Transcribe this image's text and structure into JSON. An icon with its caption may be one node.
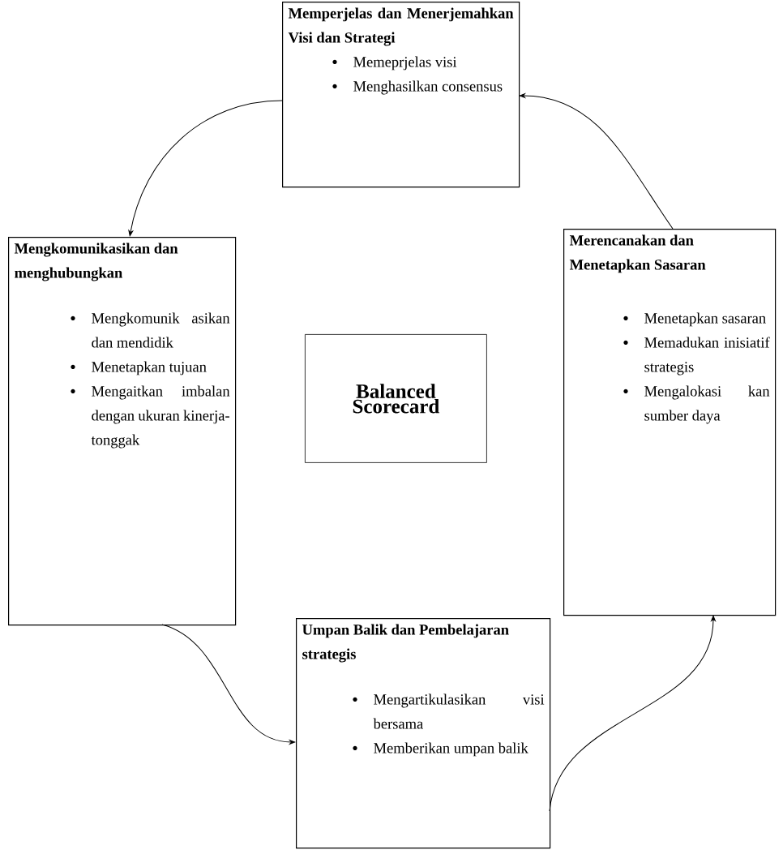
{
  "diagram": {
    "nodes": [
      {
        "text": [
          "Memperjelas dan Menerjemahkan Visi dan Strategi",
          "Memeprjelas visi",
          "Menghasilkan consensus"
        ]
      },
      {
        "text": [
          "Mengkomunikasikan dan menghubungkan",
          "Mengkomunik asikan dan mendidik",
          "Menetapkan tujuan",
          "Mengaitkan imbalan dengan ukuran kinerja-tonggak"
        ]
      },
      {
        "text": [
          "Balanced Scorecard"
        ]
      },
      {
        "text": [
          "Merencanakan dan Menetapkan Sasaran",
          "Menetapkan sasaran",
          "Memadukan inisiatif strategis",
          "Mengalokasi kan sumber daya"
        ]
      },
      {
        "text": [
          "Umpan Balik dan Pembelajaran strategis",
          "Mengartikulasikan visi bersama",
          "Memberikan umpan balik"
        ]
      }
    ],
    "edges": [
      {
        "from": 0,
        "to": 1,
        "arrow": "to"
      },
      {
        "from": 1,
        "to": 4,
        "arrow": "to"
      },
      {
        "from": 4,
        "to": 3,
        "arrow": "to"
      },
      {
        "from": 3,
        "to": 0,
        "arrow": "to"
      }
    ]
  }
}
